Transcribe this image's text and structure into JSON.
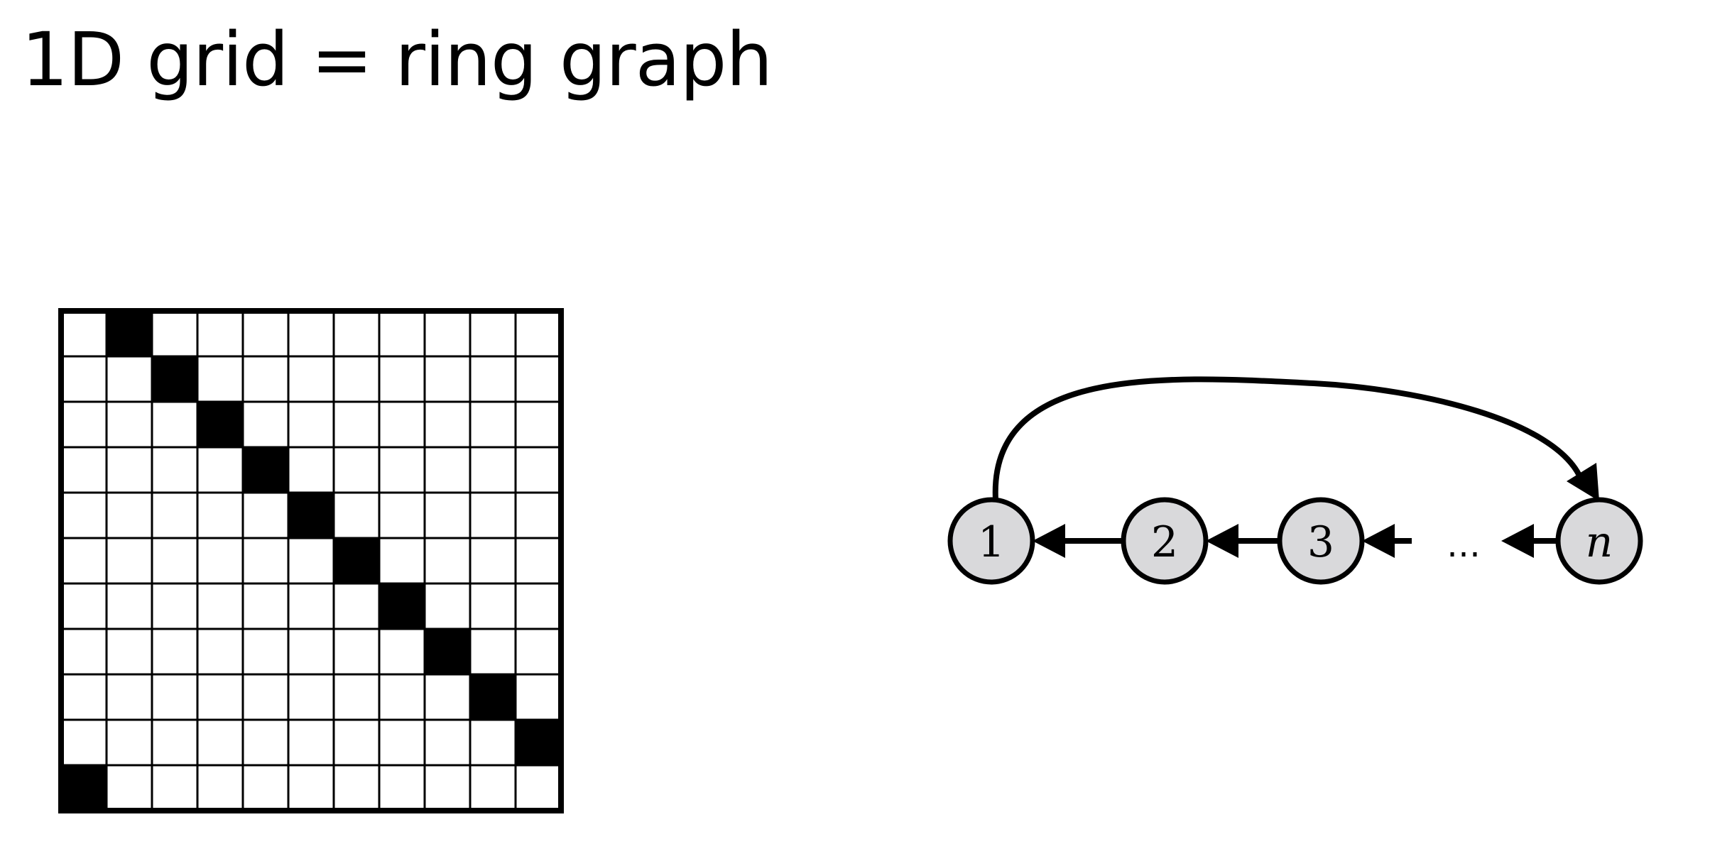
{
  "slide": {
    "title": "1D grid = ring graph"
  },
  "matrix": {
    "size": 11,
    "filled_cells": [
      [
        0,
        1
      ],
      [
        1,
        2
      ],
      [
        2,
        3
      ],
      [
        3,
        4
      ],
      [
        4,
        5
      ],
      [
        5,
        6
      ],
      [
        6,
        7
      ],
      [
        7,
        8
      ],
      [
        8,
        9
      ],
      [
        9,
        10
      ],
      [
        10,
        0
      ]
    ],
    "fill_color": "#000000",
    "grid_color": "#000000"
  },
  "graph": {
    "nodes": [
      {
        "id": "1",
        "label": "1",
        "italic": false
      },
      {
        "id": "2",
        "label": "2",
        "italic": false
      },
      {
        "id": "3",
        "label": "3",
        "italic": false
      },
      {
        "id": "n",
        "label": "n",
        "italic": true
      }
    ],
    "ellipsis": "…",
    "node_fill": "#d9d9db",
    "edge_color": "#000000"
  }
}
